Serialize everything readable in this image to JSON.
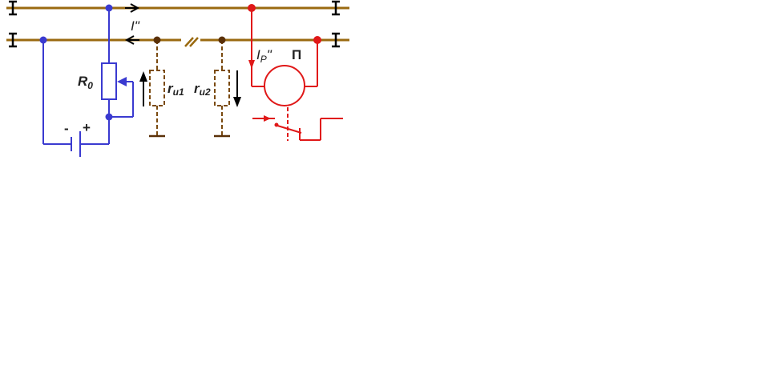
{
  "diagram": {
    "labels": {
      "current_forward": "I\"",
      "relay_current_main": "I",
      "relay_current_sub": "P",
      "relay_current_suffix": "\"",
      "relay_symbol": "П",
      "resistor_main": "R",
      "resistor_sub": "0",
      "leak1_main": "r",
      "leak1_sub": "u1",
      "leak2_main": "r",
      "leak2_sub": "u2",
      "battery_minus": "-",
      "battery_plus": "+"
    },
    "colors": {
      "rail": "#9a6a10",
      "source_circuit": "#3a3ad0",
      "leak": "#7a4a10",
      "relay": "#e01818",
      "node_dark": "#5a3008",
      "arrow": "#000000"
    }
  }
}
